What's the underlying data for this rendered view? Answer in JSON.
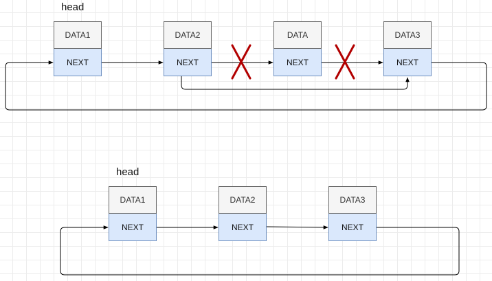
{
  "diagram_top": {
    "head_label": "head",
    "nodes": [
      {
        "data": "DATA1",
        "next": "NEXT"
      },
      {
        "data": "DATA2",
        "next": "NEXT"
      },
      {
        "data": "DATA",
        "next": "NEXT"
      },
      {
        "data": "DATA3",
        "next": "NEXT"
      }
    ]
  },
  "diagram_bottom": {
    "head_label": "head",
    "nodes": [
      {
        "data": "DATA1",
        "next": "NEXT"
      },
      {
        "data": "DATA2",
        "next": "NEXT"
      },
      {
        "data": "DATA3",
        "next": "NEXT"
      }
    ]
  },
  "colors": {
    "data_fill": "#f5f5f5",
    "next_fill": "#dae8fc",
    "cross": "#b20000"
  }
}
